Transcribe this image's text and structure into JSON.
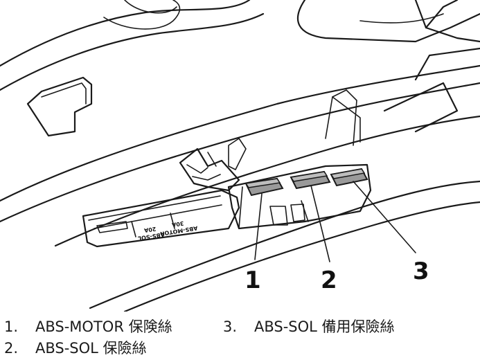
{
  "callouts": [
    "1",
    "2",
    "3"
  ],
  "fuse_box_labels": {
    "motor_name": "ABS-MOTOR",
    "motor_rating": "30A",
    "sol_name": "ABS-SOL",
    "sol_rating": "20A"
  },
  "legend": [
    {
      "num": "1.",
      "text": "ABS-MOTOR 保険絲"
    },
    {
      "num": "2.",
      "text": "ABS-SOL 保險絲"
    },
    {
      "num": "3.",
      "text": "ABS-SOL 備用保險絲"
    }
  ]
}
